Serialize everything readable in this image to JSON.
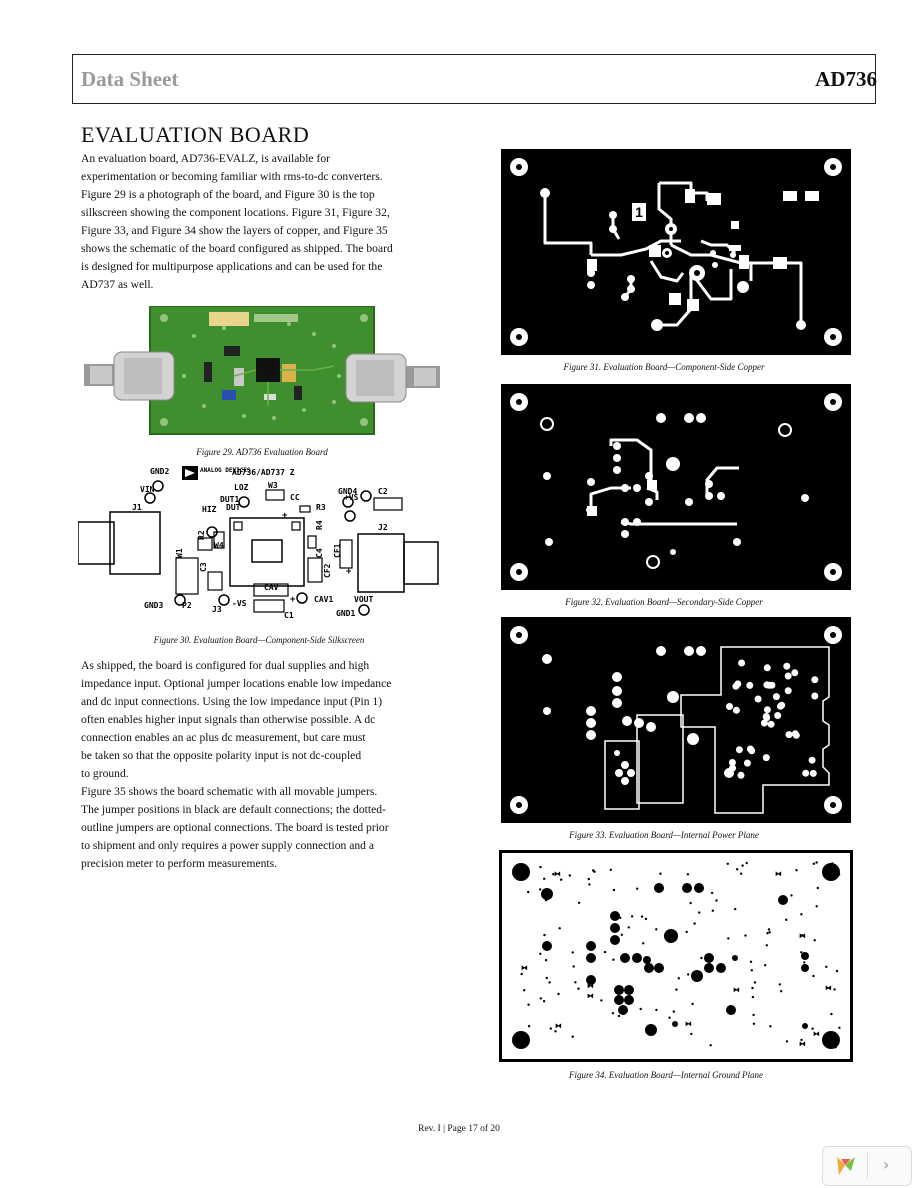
{
  "header": {
    "left": "Data Sheet",
    "right": "AD736"
  },
  "section_title": "EVALUATION BOARD",
  "para1_lines": [
    "An evaluation board, AD736-EVALZ, is available for",
    "experimentation or becoming familiar with rms-to-dc converters.",
    "Figure 29 is a photograph of the board, and Figure 30 is the top",
    "silkscreen showing the component locations. Figure 31, Figure 32,",
    "Figure 33, and Figure 34 show the layers of copper, and Figure 35",
    "shows the schematic of the board configured as shipped. The board",
    "is designed for multipurpose applications and can be used for the",
    "AD737 as well."
  ],
  "para2_lines": [
    "As shipped, the board is configured for dual supplies and high",
    "impedance input. Optional jumper locations enable low impedance",
    "and dc input connections. Using the low impedance input (Pin 1)",
    "often enables higher input signals than otherwise possible. A dc",
    "connection enables an ac plus dc measurement, but care must",
    "be taken so that the opposite polarity input is not dc-coupled",
    "to ground."
  ],
  "para3_lines": [
    "Figure 35 shows the board schematic with all movable jumpers.",
    "The jumper positions in black are default connections; the dotted-",
    "outline jumpers are optional connections. The board is tested prior",
    "to shipment and only requires a power supply connection and a",
    "precision meter to perform measurements."
  ],
  "captions": {
    "fig29": "Figure 29. AD736 Evaluation Board",
    "fig30": "Figure 30. Evaluation Board—Component-Side Silkscreen",
    "fig31": "Figure 31. Evaluation Board—Component-Side Copper",
    "fig32": "Figure 32. Evaluation Board—Secondary-Side Copper",
    "fig33": "Figure 33. Evaluation Board—Internal Power Plane",
    "fig34": "Figure 34. Evaluation Board—Internal Ground Plane"
  },
  "silkscreen_labels": {
    "gnd2": "GND2",
    "vin": "VIN",
    "j1": "J1",
    "logo": "ANALOG DEVICES",
    "part": "AD736/AD737 Z",
    "loz": "LOZ",
    "w3": "W3",
    "dut1": "DUT1",
    "dut": "DUT",
    "cc": "CC",
    "r3": "R3",
    "hiz": "HIZ",
    "r2": "R2",
    "w4": "W4",
    "w1": "W1",
    "c3": "C3",
    "r4": "R4",
    "c4": "C4",
    "cf1": "CF1",
    "cf2": "CF2",
    "gnd4": "GND4",
    "vs_pos": "+VS",
    "c2": "C2",
    "j2": "J2",
    "cav": "CAV",
    "cav1": "CAV1",
    "c1": "C1",
    "vout": "VOUT",
    "gnd3": "GND3",
    "p2": "P2",
    "j3": "J3",
    "vs_neg": "-VS",
    "gnd1": "GND1"
  },
  "fig31_label": "1",
  "footer": "Rev. I | Page 17 of 20",
  "colors": {
    "header_left": "#9a9a9a",
    "board_green": "#3f8f2e",
    "copper_black": "#000000"
  }
}
